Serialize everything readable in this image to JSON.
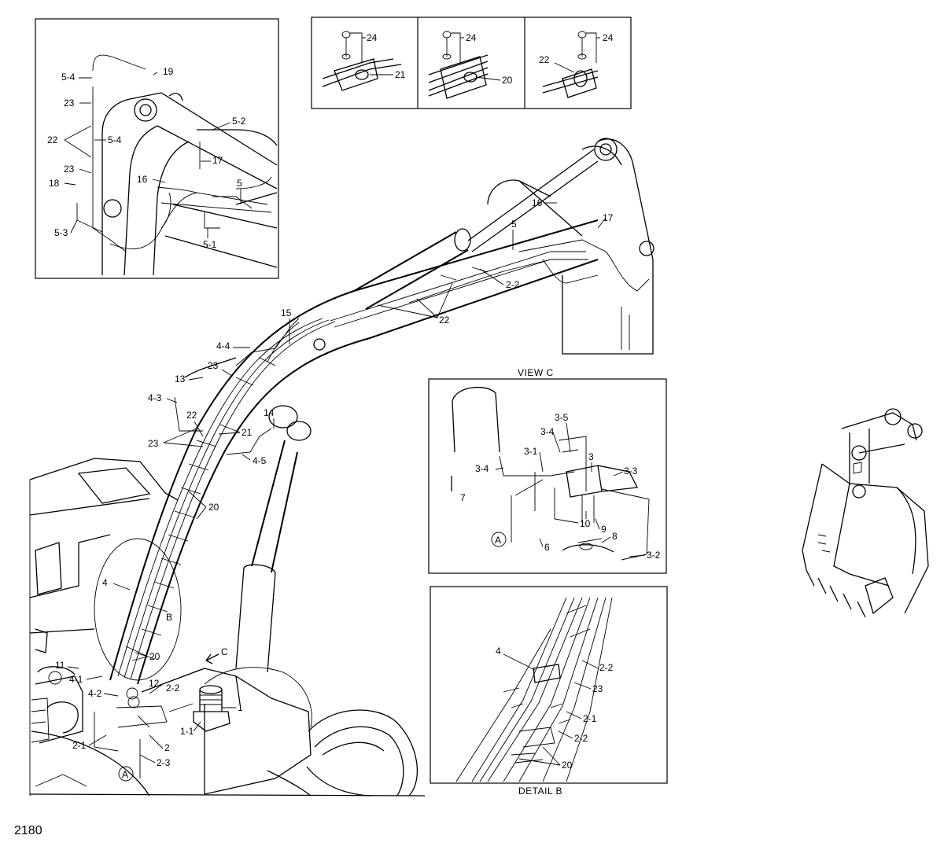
{
  "page_number": "2180",
  "view_c": {
    "title": "VIEW  C",
    "labels": [
      "3-5",
      "3-4",
      "3-1",
      "3",
      "3-4",
      "3-3",
      "7",
      "10",
      "9",
      "8",
      "6",
      "3-2",
      "A"
    ]
  },
  "detail_b": {
    "title": "DETAIL  B",
    "labels": [
      "4",
      "2-2",
      "23",
      "2-1",
      "2-2",
      "20"
    ]
  },
  "clamp_details": {
    "panel_1": [
      "24",
      "21"
    ],
    "panel_2": [
      "24",
      "20"
    ],
    "panel_3": [
      "24",
      "22"
    ]
  },
  "inset_top_left": {
    "labels": [
      "19",
      "5-4",
      "23",
      "5-2",
      "22",
      "5-4",
      "17",
      "23",
      "16",
      "5",
      "18",
      "5-3",
      "5-1"
    ]
  },
  "main": {
    "labels": [
      "16",
      "17",
      "5",
      "2-2",
      "22",
      "15",
      "4-4",
      "23",
      "13",
      "4-3",
      "22",
      "21",
      "23",
      "14",
      "4-5",
      "20",
      "4",
      "B",
      "20",
      "11",
      "4-1",
      "12",
      "2-2",
      "C",
      "4-2",
      "1",
      "1-1",
      "2-1",
      "2",
      "2-3",
      "A"
    ]
  },
  "colors": {
    "line": "#000000",
    "background": "#ffffff"
  }
}
